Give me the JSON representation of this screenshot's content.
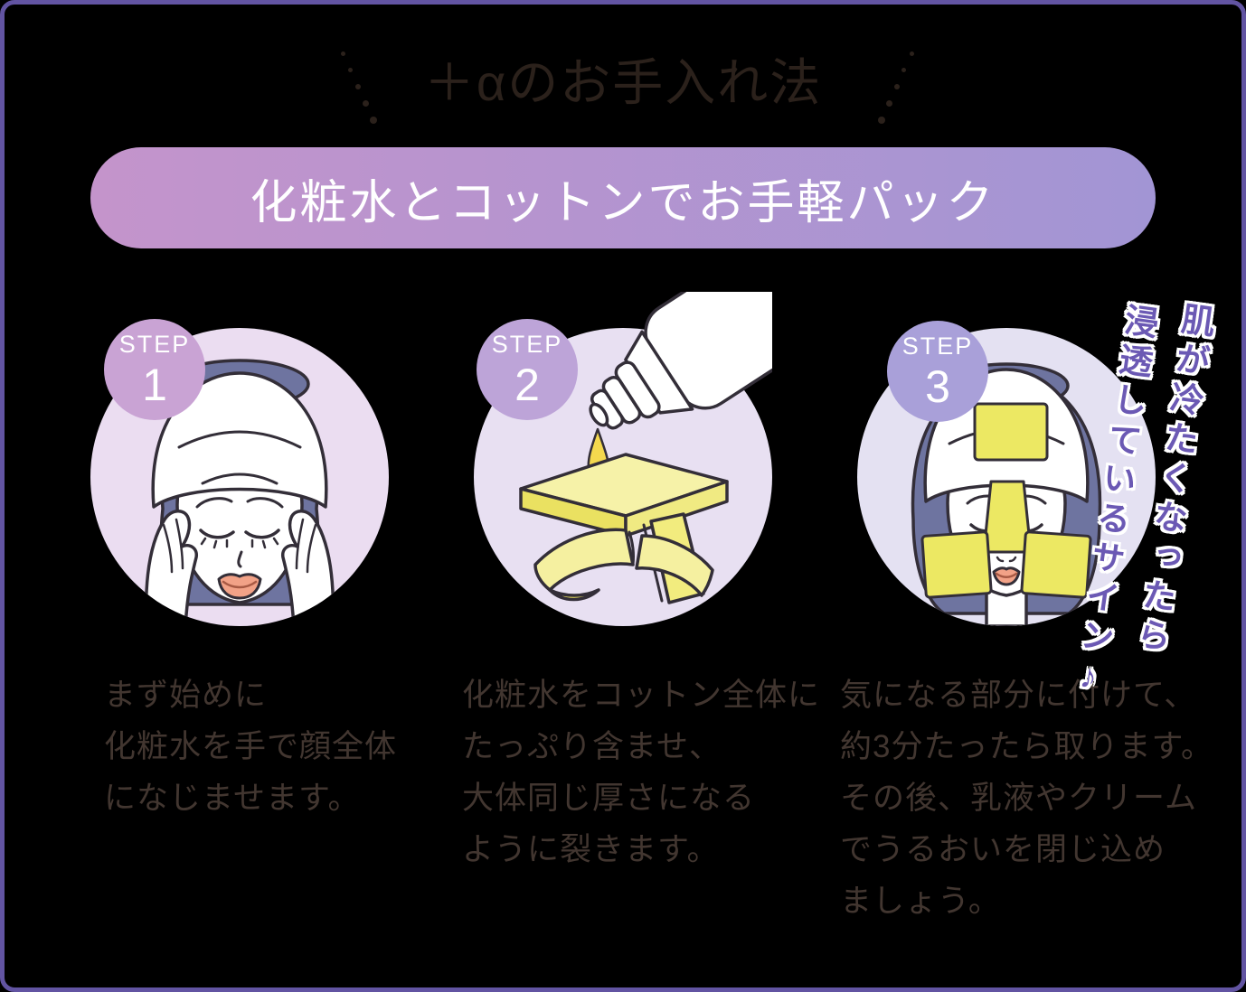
{
  "page": {
    "background": "#000000",
    "frame_border_color": "#6254a2"
  },
  "header": {
    "title": "＋αのお手入れ法",
    "title_color": "#2b211b"
  },
  "banner": {
    "label": "化粧水とコットンでお手軽パック",
    "text_color": "#ffffff",
    "gradient_left": "#c494cb",
    "gradient_right": "#a295d4"
  },
  "steps": [
    {
      "badge_label": "STEP",
      "badge_number": "1",
      "badge_color": "#c9a3d4",
      "circle_color": "#ebddf1",
      "illustration": "woman-face-hands-on-cheeks",
      "description_lines": [
        "まず始めに",
        "化粧水を手で顔全体",
        "になじませます。"
      ]
    },
    {
      "badge_label": "STEP",
      "badge_number": "2",
      "badge_color": "#bda4d8",
      "circle_color": "#e8e0f2",
      "illustration": "bottle-pouring-lotion-on-cotton-pad",
      "description_lines": [
        "化粧水をコットン全体に",
        "たっぷり含ませ、",
        "大体同じ厚さになる",
        "ように裂きます。"
      ]
    },
    {
      "badge_label": "STEP",
      "badge_number": "3",
      "badge_color": "#a9a0d9",
      "circle_color": "#e4e1f2",
      "illustration": "woman-face-with-cotton-pads",
      "description_lines": [
        "気になる部分に付けて、",
        "約3分たったら取ります。",
        "その後、乳液やクリーム",
        "でうるおいを閉じ込め",
        "ましょう。"
      ],
      "annotation": {
        "column1": "肌が冷たくなったら",
        "column2": "浸透しているサイン♪",
        "text_color": "#6b59b4",
        "outline_color": "#ffffff"
      }
    }
  ],
  "body_text_color": "#423630"
}
